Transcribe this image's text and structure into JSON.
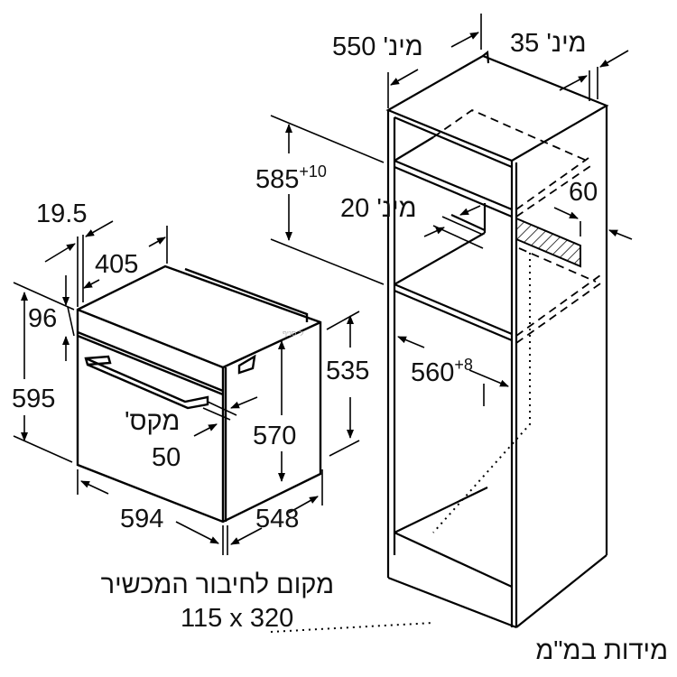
{
  "diagram": {
    "oven": {
      "dim_depth_top": "405",
      "dim_front_offset": "19.5",
      "dim_panel": "96",
      "dim_height": "595",
      "dim_width": "594",
      "dim_depth": "548",
      "dim_body_height": "570",
      "dim_side_height": "535",
      "max_label": "מקס'",
      "max_value": "50"
    },
    "cabinet": {
      "min_depth": "מינ' 550",
      "min_rear_gap": "מינ' 35",
      "niche_height": "585",
      "niche_height_tol": "+10",
      "min_shelf": "מינ' 20",
      "vent": "60",
      "niche_width": "560",
      "niche_width_tol": "+8"
    },
    "connection_note": {
      "title": "מקום לחיבור המכשיר",
      "size": "115 x 320"
    },
    "units_note": "מידות במ\"מ",
    "watermark": "ל' סניף"
  }
}
